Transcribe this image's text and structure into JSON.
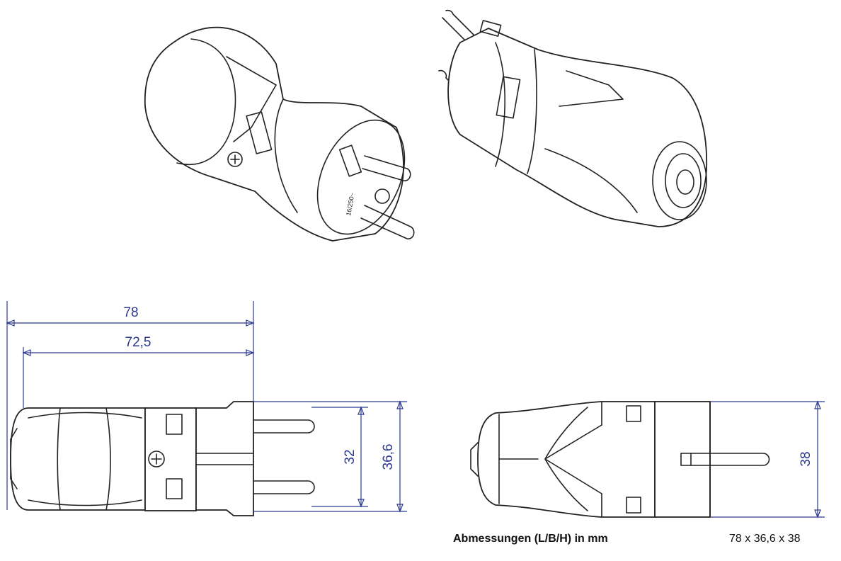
{
  "drawing": {
    "plug_marking": "16/250~",
    "colors": {
      "dimension": "#2b3990",
      "outline": "#222222"
    }
  },
  "side_view": {
    "dim_total_length": "78",
    "dim_body_length": "72,5",
    "dim_pin_spacing": "32",
    "dim_width": "36,6"
  },
  "top_view": {
    "dim_height": "38"
  },
  "caption": {
    "label": "Abmessungen (L/B/H) in mm",
    "value": "78 x 36,6 x 38"
  }
}
